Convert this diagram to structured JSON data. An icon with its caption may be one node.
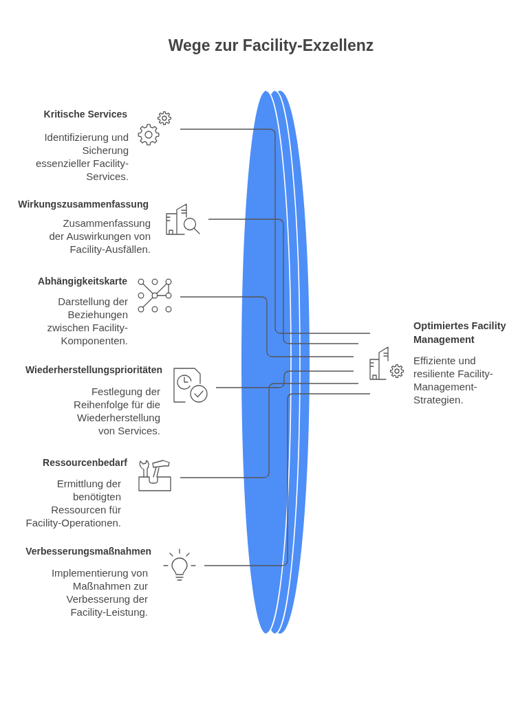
{
  "diagram": {
    "title": "Wege zur Facility-Exzellenz",
    "nodes": [
      {
        "text": [
          "Kritische Services",
          "Identifizierung und Sicherung essenzieller Facility-Services."
        ]
      },
      {
        "text": [
          "Wirkungszusammenfassung",
          "Zusammenfassung der Auswirkungen von Facility-Ausfällen."
        ]
      },
      {
        "text": [
          "Abhängigkeitskarte",
          "Darstellung der Beziehungen zwischen Facility-Komponenten."
        ]
      },
      {
        "text": [
          "Wiederherstellungsprioritäten",
          "Festlegung der Reihenfolge für die Wiederherstellung von Services."
        ]
      },
      {
        "text": [
          "Ressourcenbedarf",
          "Ermittlung der benötigten Ressourcen für Facility-Operationen."
        ]
      },
      {
        "text": [
          "Verbesserungsmaßnahmen",
          "Implementierung von Maßnahmen zur Verbesserung der Facility-Leistung."
        ]
      },
      {
        "text": [
          "Optimiertes Facility Management",
          "Effiziente und resiliente Facility-Management-Strategien."
        ]
      }
    ],
    "edges": [
      {
        "from": 0,
        "to": 6,
        "arrow": "none"
      },
      {
        "from": 1,
        "to": 6,
        "arrow": "none"
      },
      {
        "from": 2,
        "to": 6,
        "arrow": "none"
      },
      {
        "from": 3,
        "to": 6,
        "arrow": "none"
      },
      {
        "from": 4,
        "to": 6,
        "arrow": "none"
      },
      {
        "from": 5,
        "to": 6,
        "arrow": "none"
      }
    ]
  }
}
